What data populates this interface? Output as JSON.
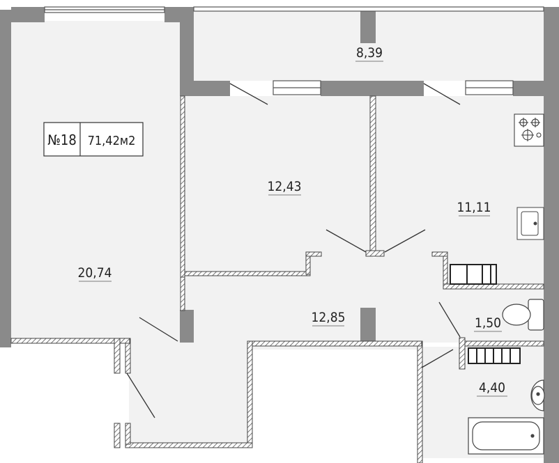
{
  "apartment": {
    "number": "№18",
    "total_area": "71,42м2"
  },
  "rooms": {
    "balcony": "8,39",
    "bedroom": "12,43",
    "kitchen": "11,11",
    "living_room": "20,74",
    "hall": "12,85",
    "toilet": "1,50",
    "bathroom": "4,40"
  },
  "colors": {
    "floor": "#f2f2f2",
    "wall": "#8a8a8a",
    "partition_hatch": "#555555",
    "line": "#333333"
  }
}
